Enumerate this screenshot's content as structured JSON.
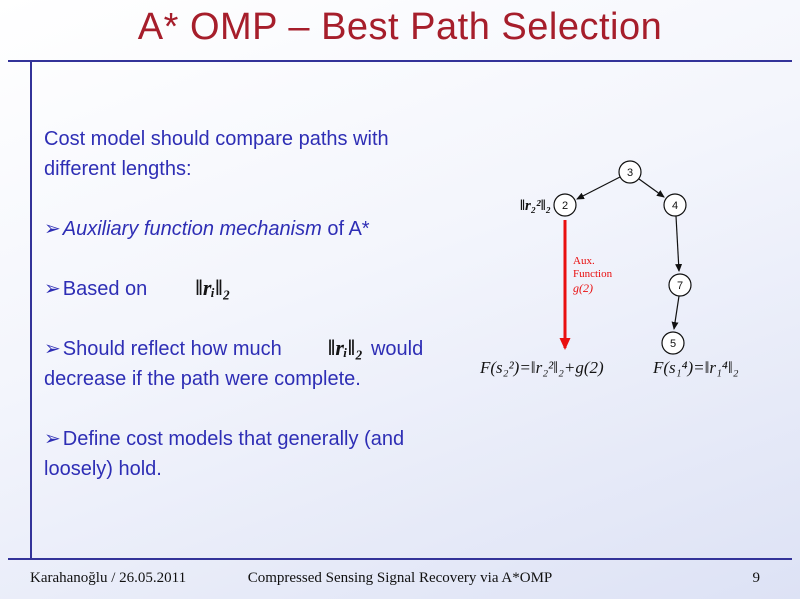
{
  "slide": {
    "title": "A* OMP – Best Path Selection",
    "body": {
      "intro": "Cost model should compare paths with different lengths:",
      "bullet_marker": "➢",
      "bullet1": {
        "italic": "Auxiliary function mechanism",
        "rest": " of A*"
      },
      "bullet2": {
        "text": "Based on",
        "math": "‖rᵢ‖₂"
      },
      "bullet3": {
        "pre": "Should reflect how much",
        "math": "‖rᵢ‖₂",
        "post": "would decrease if the path were complete."
      },
      "bullet4": {
        "text": "Define cost models that generally (and loosely) hold."
      }
    },
    "diagram": {
      "nodes": [
        {
          "label": "3"
        },
        {
          "label": "2"
        },
        {
          "label": "4"
        },
        {
          "label": "7"
        },
        {
          "label": "5"
        }
      ],
      "residual_label": "‖r₂²‖₂",
      "aux_line1": "Aux.",
      "aux_line2": "Function",
      "aux_line3": "g(2)",
      "formula_left": "F(s₂²)=‖r₂²‖₂+g(2)",
      "formula_right": "F(s₁⁴)=‖r₁⁴‖₂"
    },
    "footer": {
      "left": "Karahanoğlu / 26.05.2011",
      "center": "Compressed Sensing Signal Recovery via A*OMP",
      "page": "9"
    },
    "colors": {
      "title": "#a61e2b",
      "body_text": "#2e2eb5",
      "rule": "#333399",
      "aux_arrow": "#e90f0f"
    }
  }
}
